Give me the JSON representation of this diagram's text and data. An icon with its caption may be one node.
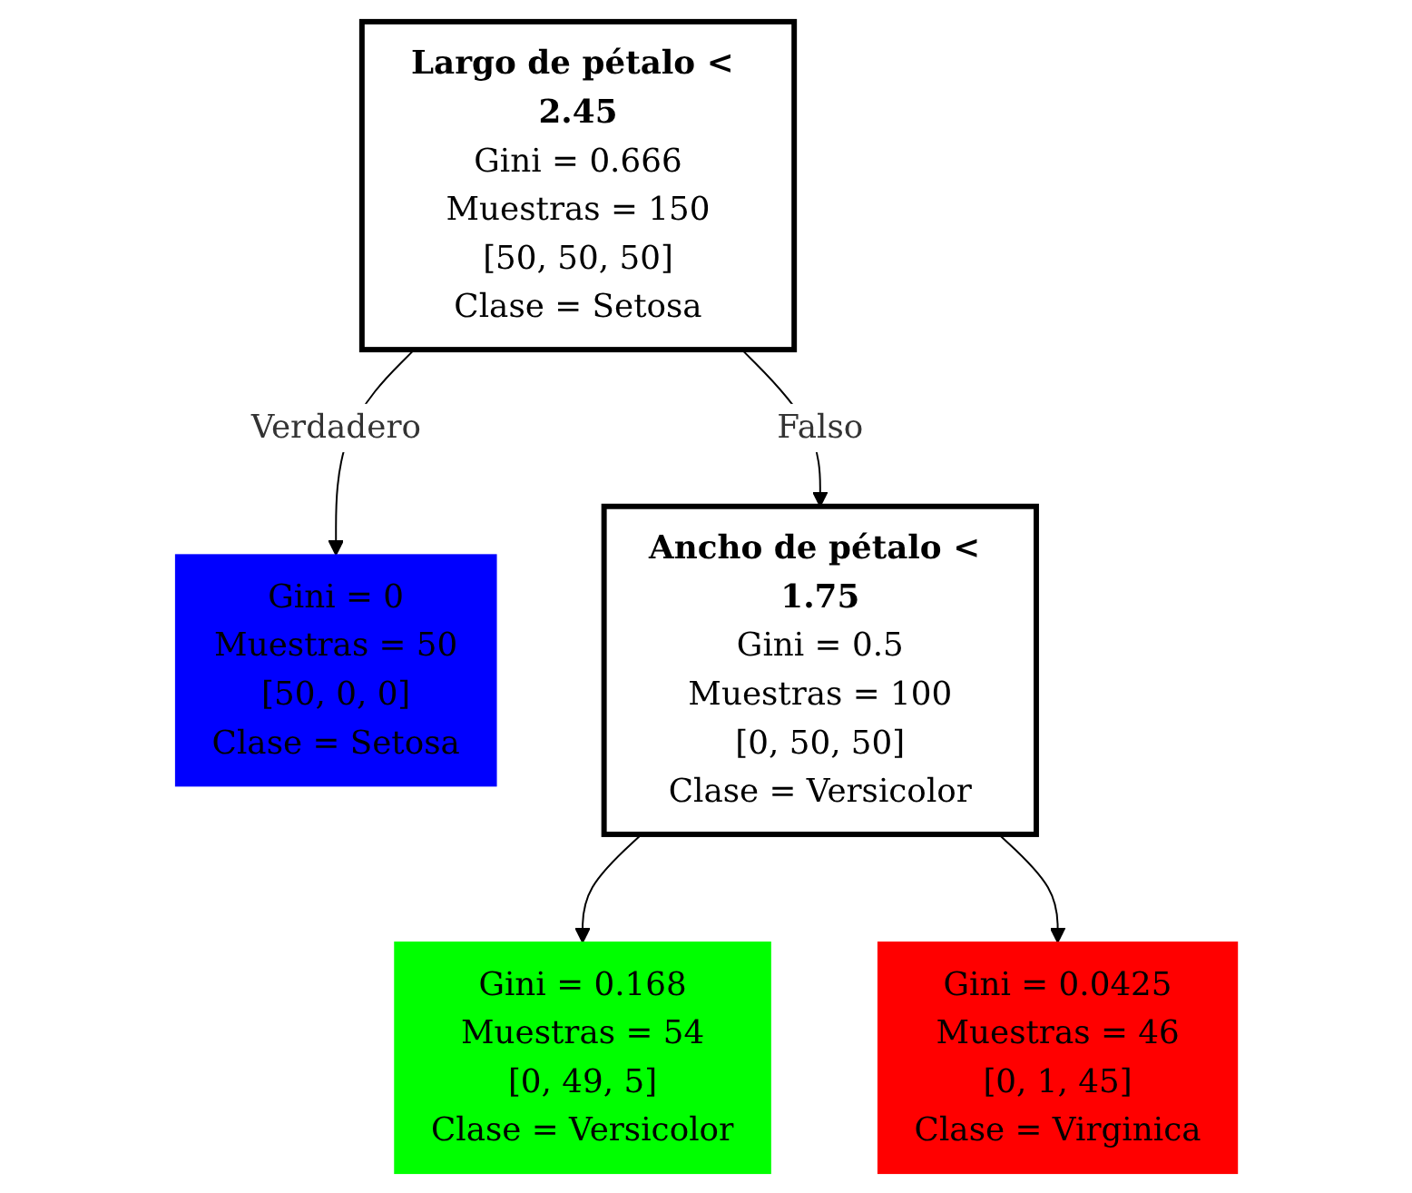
{
  "diagram": {
    "nodes": [
      {
        "text": [
          "Largo de pétalo < 2.45",
          "Gini = 0.666",
          "Muestras = 150",
          "[50, 50, 50]",
          "Clase = Setosa"
        ]
      },
      {
        "text": [
          "Gini = 0",
          "Muestras = 50",
          "[50, 0, 0]",
          "Clase = Setosa"
        ]
      },
      {
        "text": [
          "Ancho de pétalo < 1.75",
          "Gini = 0.5",
          "Muestras = 100",
          "[0, 50, 50]",
          "Clase = Versicolor"
        ]
      },
      {
        "text": [
          "Gini = 0.168",
          "Muestras = 54",
          "[0, 49, 5]",
          "Clase = Versicolor"
        ]
      },
      {
        "text": [
          "Gini = 0.0425",
          "Muestras = 46",
          "[0, 1, 45]",
          "Clase = Virginica"
        ]
      }
    ],
    "edges": [
      {
        "from": 0,
        "to": 1,
        "arrow": "to",
        "label": "Verdadero"
      },
      {
        "from": 0,
        "to": 2,
        "arrow": "to",
        "label": "Falso"
      },
      {
        "from": 2,
        "to": 3,
        "arrow": "to"
      },
      {
        "from": 2,
        "to": 4,
        "arrow": "to"
      }
    ]
  }
}
